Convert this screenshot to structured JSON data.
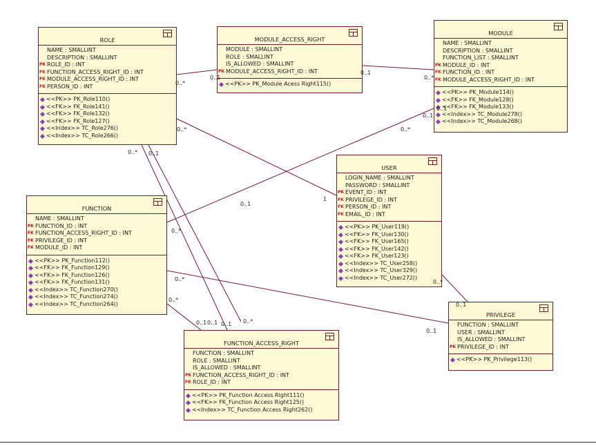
{
  "entities": {
    "role": {
      "title": "ROLE",
      "attributes": [
        {
          "key": "",
          "text": "NAME : SMALLINT"
        },
        {
          "key": "",
          "text": "DESCRIPTION : SMALLINT"
        },
        {
          "key": "PK",
          "text": "ROLE_ID : INT"
        },
        {
          "key": "FK",
          "text": "FUNCTION_ACCESS_RIGHT_ID : INT"
        },
        {
          "key": "FK",
          "text": "MODULE_ACCESS_RIGHT_ID : INT"
        },
        {
          "key": "FK",
          "text": "PERSON_ID : INT"
        }
      ],
      "operations": [
        "<<PK>> PK_Role110()",
        "<<FK>> FK_Role141()",
        "<<FK>> FK_Role132()",
        "<<FK>> FK_Role127()",
        "<<Index>> TC_Role276()",
        "<<Index>> TC_Role266()"
      ]
    },
    "module_access_right": {
      "title": "MODULE_ACCESS_RIGHT",
      "attributes": [
        {
          "key": "",
          "text": "MODULE : SMALLINT"
        },
        {
          "key": "",
          "text": "ROLE : SMALLINT"
        },
        {
          "key": "",
          "text": "IS_ALLOWED : SMALLINT"
        },
        {
          "key": "PK",
          "text": "MODULE_ACCESS_RIGHT_ID : INT"
        }
      ],
      "operations": [
        "<<PK>> PK_Module Acess Right115()"
      ]
    },
    "module": {
      "title": "MODULE",
      "attributes": [
        {
          "key": "",
          "text": "NAME : SMALLINT"
        },
        {
          "key": "",
          "text": "DESCRIPTION : SMALLINT"
        },
        {
          "key": "",
          "text": "FUNCTION_LIST : SMALLINT"
        },
        {
          "key": "PK",
          "text": "MODULE_ID : INT"
        },
        {
          "key": "FK",
          "text": "FUNCTION_ID : INT"
        },
        {
          "key": "FK",
          "text": "MODULE_ACCESS_RIGHT_ID : INT"
        }
      ],
      "operations": [
        "<<PK>> PK_Module114()",
        "<<FK>> FK_Module128()",
        "<<FK>> FK_Module133()",
        "<<Index>> TC_Module278()",
        "<<Index>> TC_Module268()"
      ]
    },
    "user": {
      "title": "USER",
      "attributes": [
        {
          "key": "",
          "text": "LOGIN_NAME : SMALLINT"
        },
        {
          "key": "",
          "text": "PASSWORD : SMALLINT"
        },
        {
          "key": "PK",
          "text": "EVENT_ID : INT"
        },
        {
          "key": "FK",
          "text": "PRIVILEGE_ID : INT"
        },
        {
          "key": "FK",
          "text": "PERSON_ID : INT"
        },
        {
          "key": "FK",
          "text": "EMAIL_ID : INT"
        }
      ],
      "operations": [
        "<<PK>> PK_User119()",
        "<<FK>> FK_User130()",
        "<<FK>> FK_User165()",
        "<<FK>> FK_User142()",
        "<<FK>> FK_User123()",
        "<<Index>> TC_User258()",
        "<<Index>> TC_User329()",
        "<<Index>> TC_User272()"
      ]
    },
    "function": {
      "title": "FUNCTION",
      "attributes": [
        {
          "key": "",
          "text": "NAME : SMALLINT"
        },
        {
          "key": "PK",
          "text": "FUNCTION_ID : INT"
        },
        {
          "key": "FK",
          "text": "FUNCTION_ACCESS_RIGHT_ID : INT"
        },
        {
          "key": "FK",
          "text": "PRIVILEGE_ID : INT"
        },
        {
          "key": "FK",
          "text": "MODULE_ID : INT"
        }
      ],
      "operations": [
        "<<PK>> PK_Function112()",
        "<<FK>> FK_Function129()",
        "<<FK>> FK_Function126()",
        "<<FK>> FK_Function131()",
        "<<Index>> TC_Function270()",
        "<<Index>> TC_Function274()",
        "<<Index>> TC_Function264()"
      ]
    },
    "privilege": {
      "title": "PRIVILEGE",
      "attributes": [
        {
          "key": "",
          "text": "FUNCTION : SMALLINT"
        },
        {
          "key": "",
          "text": "USER : SMALLINT"
        },
        {
          "key": "",
          "text": "IS_ALLOWED : SMALLINT"
        },
        {
          "key": "PK",
          "text": "PRIVILEGE_ID : INT"
        }
      ],
      "operations": [
        "<<PK>> PK_Privilege113()"
      ]
    },
    "function_access_right": {
      "title": "FUNCTION_ACCESS_RIGHT",
      "attributes": [
        {
          "key": "",
          "text": "FUNCTION : SMALLINT"
        },
        {
          "key": "",
          "text": "ROLE : SMALLINT"
        },
        {
          "key": "",
          "text": "IS_ALLOWED : SMALLINT"
        },
        {
          "key": "PK",
          "text": "FUNCTION_ACCESS_RIGHT_ID : INT"
        },
        {
          "key": "FK",
          "text": "ROLE_ID : INT"
        }
      ],
      "operations": [
        "<<PK>> PK_Function Access Right111()",
        "<<FK>> FK_Function Access Right125()",
        "<<Index>> TC_Function Access Right262()"
      ]
    }
  },
  "multiplicities": [
    "0..*",
    "0..1",
    "0..1",
    "0..*",
    "0..*",
    "0..1",
    "0..*",
    "0..1",
    "0..*",
    "0..1",
    "0..1",
    "1",
    "0..*",
    "0..*",
    "0..*",
    "0..1",
    "0..1",
    "0..*",
    "0..*",
    "0..1",
    "0..1",
    "0..1"
  ],
  "colors": {
    "entity_fill": "#fdf9d4",
    "entity_border": "#7a1730",
    "line": "#7a1730",
    "key_marker": "#c0102a",
    "operation_icon": "#8a3fb8"
  }
}
